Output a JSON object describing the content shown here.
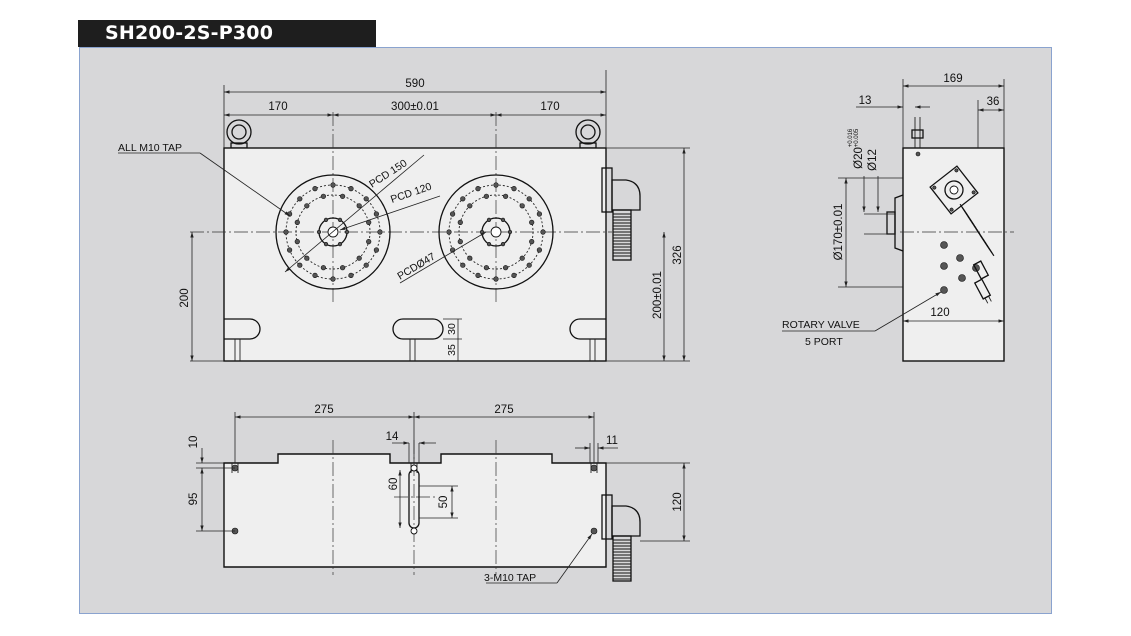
{
  "title": "SH200-2S-P300",
  "front": {
    "dim_overall_width": "590",
    "dim_left": "170",
    "dim_center": "300±0.01",
    "dim_right": "170",
    "dim_height": "326",
    "dim_axis_height": "200",
    "dim_axis_height_tol": "200±0.01",
    "dim_slot_h": "30",
    "dim_slot_from_bottom": "35",
    "label_tap": "ALL M10 TAP",
    "label_pcd150": "PCD 150",
    "label_pcd120": "PCD 120",
    "label_pcd47": "PCDØ47"
  },
  "side": {
    "dim_width": "169",
    "dim_13": "13",
    "dim_36": "36",
    "dim_20": "Ø20",
    "dim_20_tol_upper": "+0.016",
    "dim_20_tol_lower": "+0.005",
    "dim_12": "Ø12",
    "dim_170": "Ø170±0.01",
    "dim_120": "120",
    "label_valve_1": "ROTARY VALVE",
    "label_valve_2": "5 PORT"
  },
  "top": {
    "dim_left": "275",
    "dim_right": "275",
    "dim_14": "14",
    "dim_11": "11",
    "dim_10": "10",
    "dim_95": "95",
    "dim_60": "60",
    "dim_50": "50",
    "dim_120": "120",
    "label_tap": "3-M10 TAP"
  }
}
